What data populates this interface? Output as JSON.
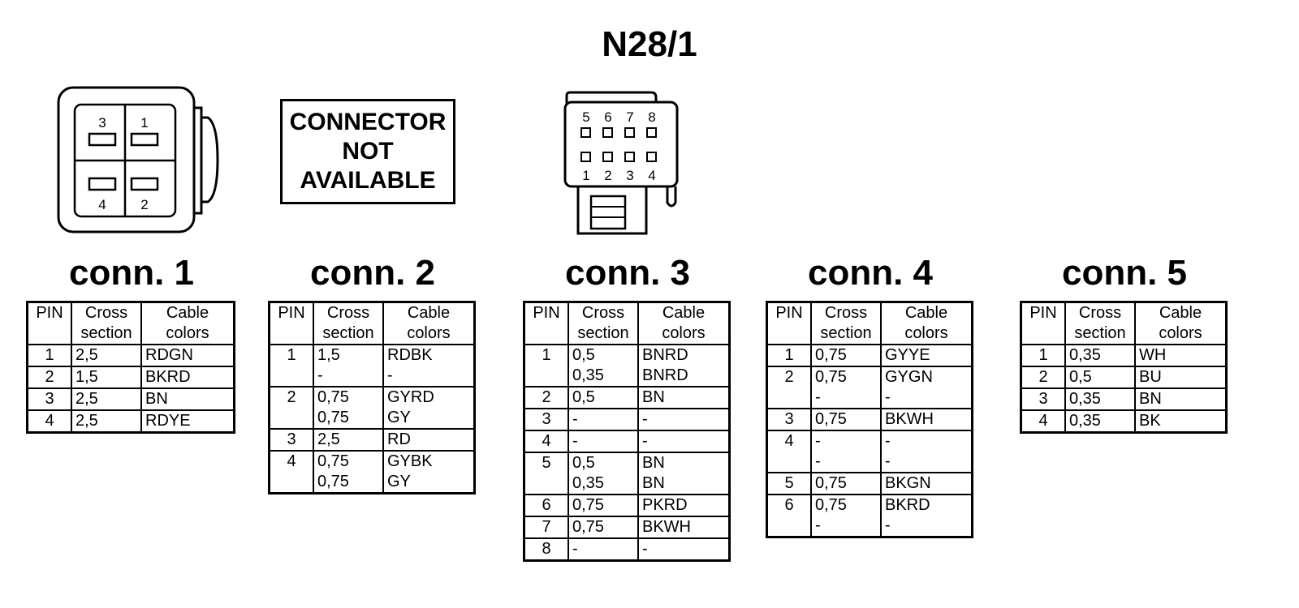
{
  "title": "N28/1",
  "connector_not_available": [
    "CONNECTOR",
    "NOT",
    "AVAILABLE"
  ],
  "diagram1": {
    "pins_top": [
      "3",
      "1"
    ],
    "pins_bottom": [
      "4",
      "2"
    ]
  },
  "diagram3": {
    "pins_top": [
      "5",
      "6",
      "7",
      "8"
    ],
    "pins_bottom": [
      "1",
      "2",
      "3",
      "4"
    ]
  },
  "headers": {
    "pin": "PIN",
    "cross": "Cross\nsection",
    "colors": "Cable\ncolors"
  },
  "connectors": [
    {
      "name": "conn. 1",
      "rows": [
        {
          "pin": "1",
          "cross": "2,5",
          "colors": "RDGN"
        },
        {
          "pin": "2",
          "cross": "1,5",
          "colors": "BKRD"
        },
        {
          "pin": "3",
          "cross": "2,5",
          "colors": "BN"
        },
        {
          "pin": "4",
          "cross": "2,5",
          "colors": "RDYE"
        }
      ]
    },
    {
      "name": "conn. 2",
      "rows": [
        {
          "pin": "1",
          "cross": "1,5\n-",
          "colors": "RDBK\n-"
        },
        {
          "pin": "2",
          "cross": "0,75\n0,75",
          "colors": "GYRD\nGY"
        },
        {
          "pin": "3",
          "cross": "2,5",
          "colors": "RD"
        },
        {
          "pin": "4",
          "cross": "0,75\n0,75",
          "colors": "GYBK\nGY"
        }
      ]
    },
    {
      "name": "conn. 3",
      "rows": [
        {
          "pin": "1",
          "cross": "0,5\n0,35",
          "colors": "BNRD\nBNRD"
        },
        {
          "pin": "2",
          "cross": "0,5",
          "colors": "BN"
        },
        {
          "pin": "3",
          "cross": "-",
          "colors": "-"
        },
        {
          "pin": "4",
          "cross": "-",
          "colors": "-"
        },
        {
          "pin": "5",
          "cross": "0,5\n0,35",
          "colors": "BN\nBN"
        },
        {
          "pin": "6",
          "cross": "0,75",
          "colors": "PKRD"
        },
        {
          "pin": "7",
          "cross": "0,75",
          "colors": "BKWH"
        },
        {
          "pin": "8",
          "cross": "-",
          "colors": "-"
        }
      ]
    },
    {
      "name": "conn. 4",
      "rows": [
        {
          "pin": "1",
          "cross": "0,75",
          "colors": "GYYE"
        },
        {
          "pin": "2",
          "cross": "0,75\n-",
          "colors": "GYGN\n-"
        },
        {
          "pin": "3",
          "cross": "0,75",
          "colors": "BKWH"
        },
        {
          "pin": "4",
          "cross": "-\n-",
          "colors": "-\n-"
        },
        {
          "pin": "5",
          "cross": "0,75",
          "colors": "BKGN"
        },
        {
          "pin": "6",
          "cross": "0,75\n-",
          "colors": "BKRD\n-"
        }
      ]
    },
    {
      "name": "conn. 5",
      "rows": [
        {
          "pin": "1",
          "cross": "0,35",
          "colors": "WH"
        },
        {
          "pin": "2",
          "cross": "0,5",
          "colors": "BU"
        },
        {
          "pin": "3",
          "cross": "0,35",
          "colors": "BN"
        },
        {
          "pin": "4",
          "cross": "0,35",
          "colors": "BK"
        }
      ]
    }
  ]
}
